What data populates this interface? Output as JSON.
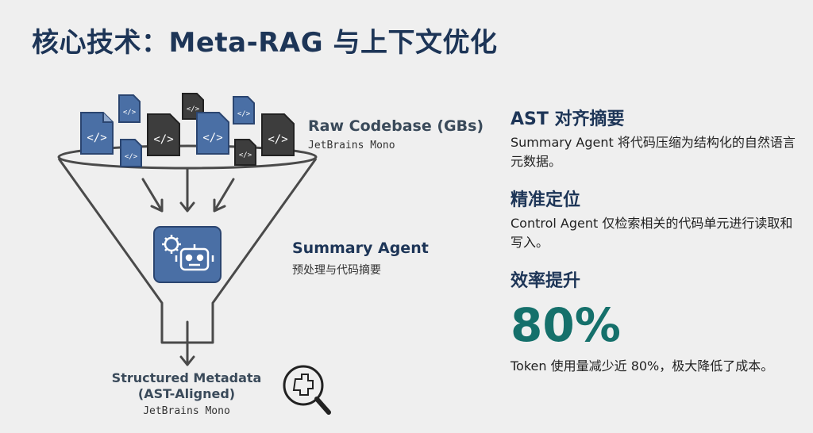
{
  "title": "核心技术：Meta-RAG 与上下文优化",
  "diagram": {
    "raw": {
      "label": "Raw Codebase (GBs)",
      "font_note": "JetBrains Mono"
    },
    "agent": {
      "label": "Summary Agent",
      "desc": "预处理与代码摘要"
    },
    "output": {
      "label_line1": "Structured Metadata",
      "label_line2": "(AST-Aligned)",
      "font_note": "JetBrains Mono"
    },
    "code_glyph": "</>"
  },
  "sections": [
    {
      "heading": "AST 对齐摘要",
      "text": "Summary Agent 将代码压缩为结构化的自然语言元数据。"
    },
    {
      "heading": "精准定位",
      "text": "Control Agent 仅检索相关的代码单元进行读取和写入。"
    }
  ],
  "efficiency": {
    "heading": "效率提升",
    "value": "80%",
    "desc": "Token 使用量减少近 80%，极大降低了成本。"
  },
  "colors": {
    "title": "#1d3557",
    "file_blue": "#4a6fa5",
    "file_dark": "#3d3d3d",
    "accent_green": "#15706b",
    "funnel_stroke": "#4a4a4a"
  }
}
